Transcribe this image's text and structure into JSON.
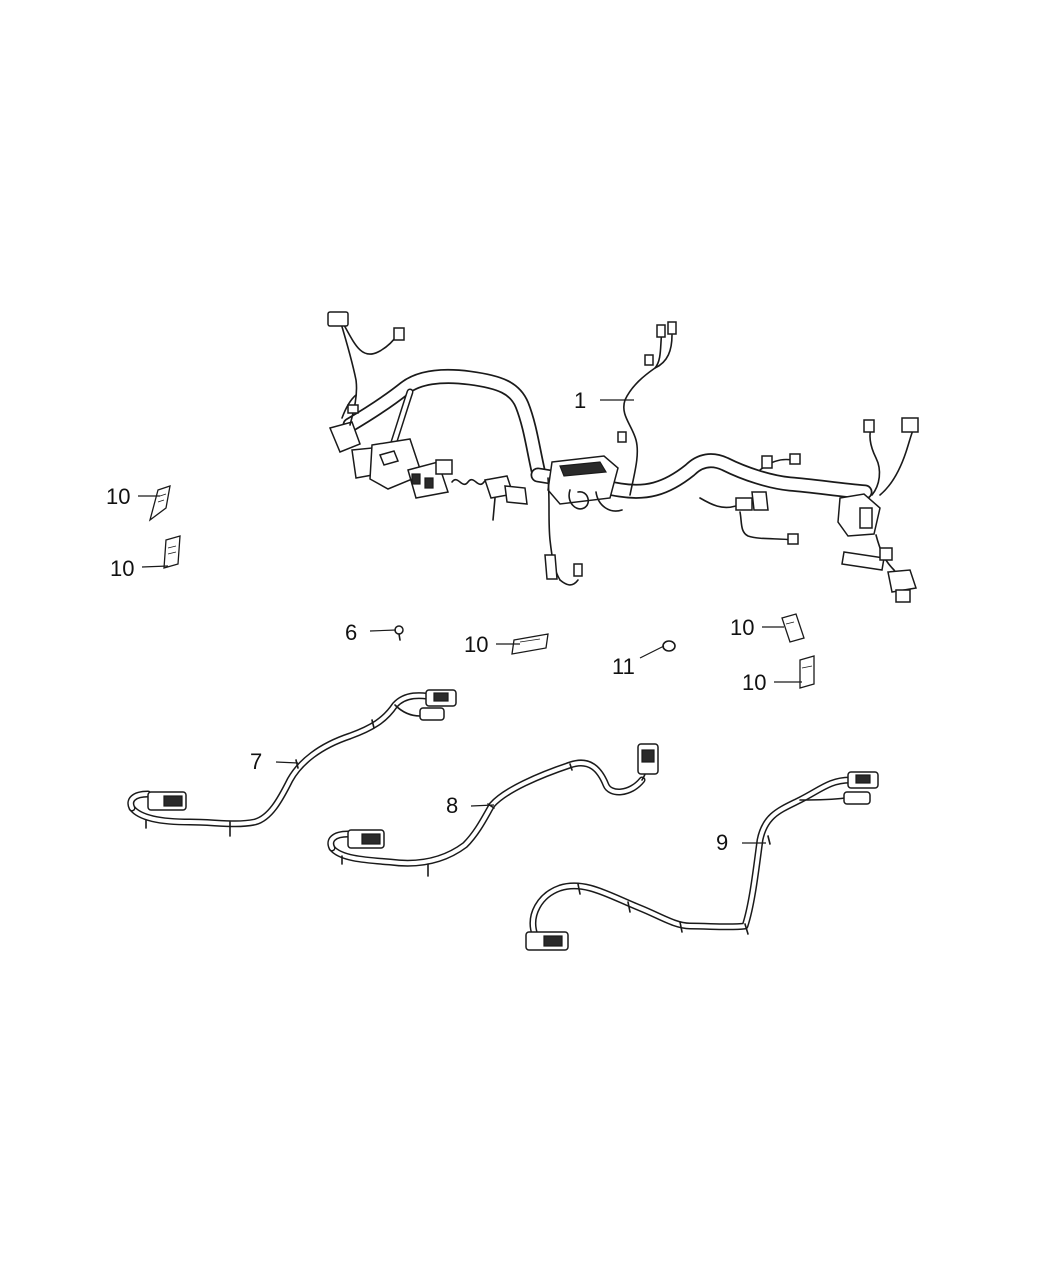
{
  "callouts": {
    "c1": "1",
    "c6": "6",
    "c7": "7",
    "c8": "8",
    "c9": "9",
    "c10a": "10",
    "c10b": "10",
    "c10c": "10",
    "c10d": "10",
    "c10e": "10",
    "c11": "11"
  },
  "colors": {
    "line": "#1a1a1a",
    "background": "#ffffff"
  }
}
